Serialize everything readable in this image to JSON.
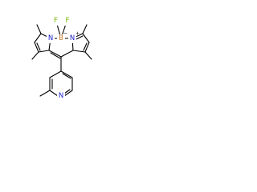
{
  "molecule": {
    "atoms": {
      "F": "F",
      "B": "B",
      "N": "N",
      "charge_minus": "−",
      "charge_plus": "+"
    },
    "colors": {
      "bond": "#000000",
      "fluorine": "#7ab800",
      "boron": "#c87a2e",
      "nitrogen": "#1a1acc",
      "charge": "#000000"
    }
  }
}
